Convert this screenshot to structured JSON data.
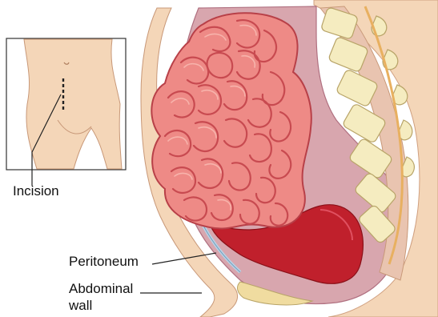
{
  "labels": {
    "incision": "Incision",
    "peritoneum": "Peritoneum",
    "abdominal_wall_line1": "Abdominal",
    "abdominal_wall_line2": "wall"
  },
  "colors": {
    "skin": "#f4d6b8",
    "skin_shadow": "#dcae88",
    "intestine": "#ee8a86",
    "intestine_dark": "#c84a50",
    "intestine_light": "#f8b8b0",
    "cavity": "#d8a6ae",
    "blood": "#c0202c",
    "bone": "#f5ecc0",
    "bone_dark": "#c8b878",
    "tissue": "#e9c4b0",
    "peritoneum": "#b8d4e8"
  }
}
